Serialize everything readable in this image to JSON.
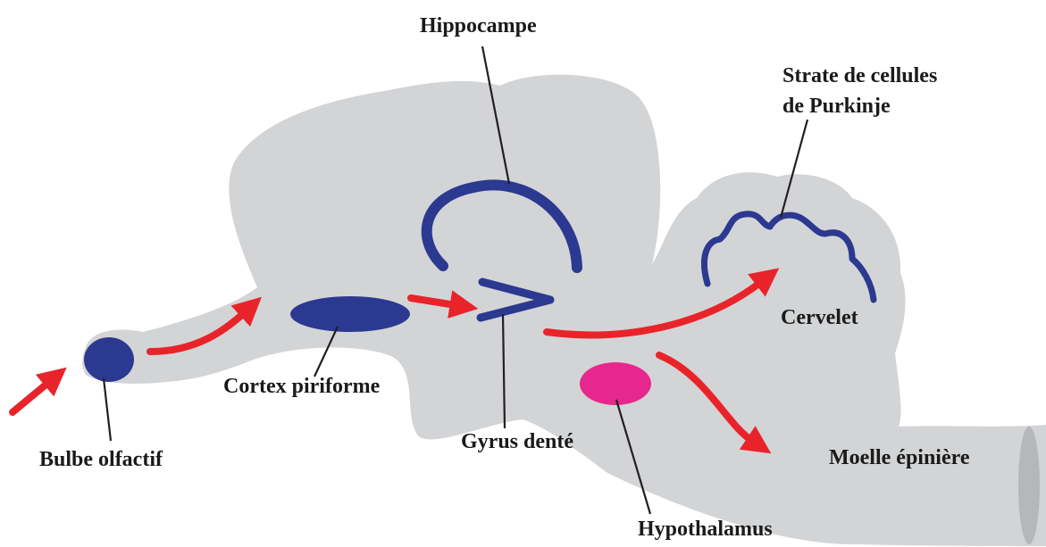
{
  "colors": {
    "brain": "#d3d4d6",
    "structure": "#2b3990",
    "hypothalamus": "#e6278d",
    "arrow": "#e8242a",
    "leader": "#231f20"
  },
  "labels": {
    "hippocampe": "Hippocampe",
    "purkinje_line1": "Strate de cellules",
    "purkinje_line2": "de Purkinje",
    "cervelet": "Cervelet",
    "cortex_piriforme": "Cortex piriforme",
    "bulbe_olfactif": "Bulbe olfactif",
    "gyrus_dente": "Gyrus denté",
    "moelle_epiniere": "Moelle épinière",
    "hypothalamus": "Hypothalamus"
  }
}
